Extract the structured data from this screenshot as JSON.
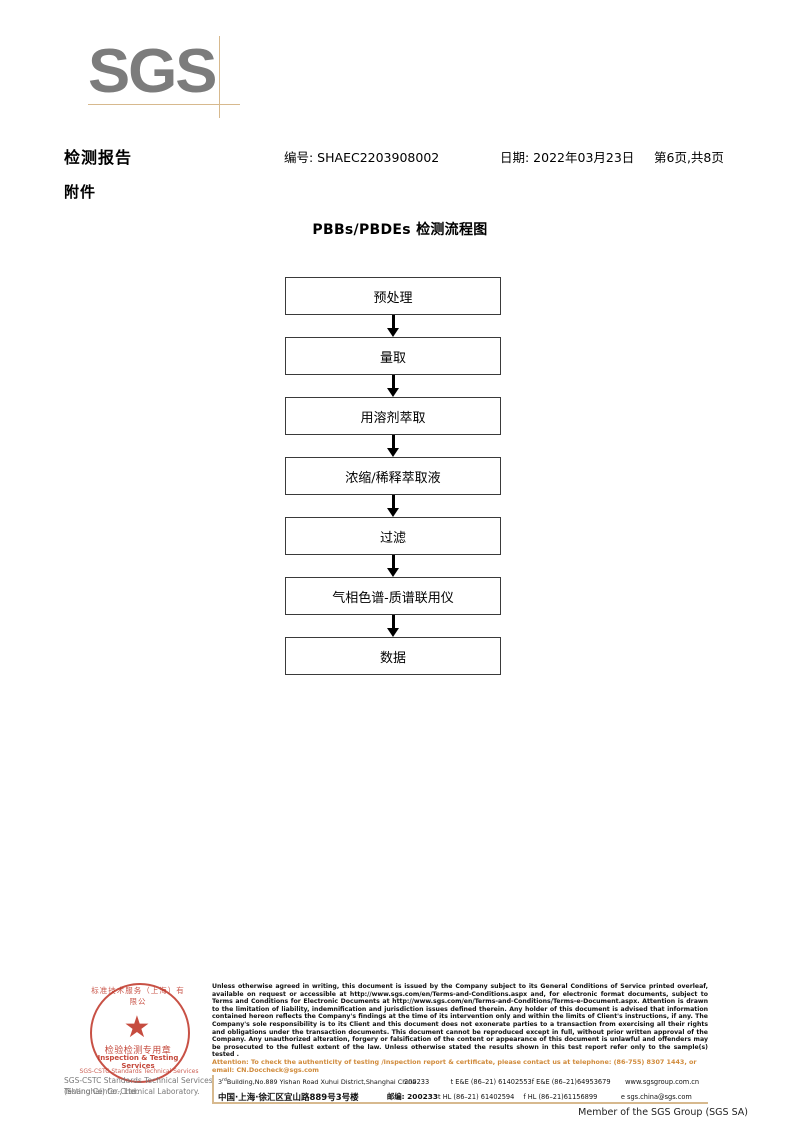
{
  "logo": {
    "text": "SGS",
    "accent_color": "#d7b98e",
    "logo_color": "#7c7c7c"
  },
  "header": {
    "title": "检测报告",
    "attachment_label": "附件",
    "report_no": "编号: SHAEC2203908002",
    "date": "日期: 2022年03月23日",
    "page": "第6页,共8页"
  },
  "flowchart": {
    "title": "PBBs/PBDEs 检测流程图",
    "steps": [
      {
        "label": "预处理"
      },
      {
        "label": "量取"
      },
      {
        "label": "用溶剂萃取"
      },
      {
        "label": "浓缩/稀释萃取液"
      },
      {
        "label": "过滤"
      },
      {
        "label": "气相色谱-质谱联用仪"
      },
      {
        "label": "数据"
      }
    ]
  },
  "seal": {
    "arc_top": "标准技术服务（上海）有限公",
    "center_cn": "检验检测专用章",
    "center_en": "Inspection & Testing Services",
    "arc_bottom": "SGS-CSTC Standards Technical Services",
    "star": "★",
    "color": "#c0392b",
    "lab_line1": "SGS-CSTC Standards Technical Services (Shanghai) Co., Ltd.",
    "lab_line2": "Testing Center-Chemical Laboratory."
  },
  "footer": {
    "legal": "Unless otherwise agreed in writing, this document is issued by the Company subject to its General Conditions of Service printed overleaf, available on request or accessible at http://www.sgs.com/en/Terms-and-Conditions.aspx and, for electronic format documents, subject to Terms and Conditions for Electronic Documents at http://www.sgs.com/en/Terms-and-Conditions/Terms-e-Document.aspx. Attention is drawn to the limitation of liability, indemnification and jurisdiction issues defined therein. Any holder of this document is advised that information contained hereon reflects the Company's findings at the time of its intervention only and within the limits of Client's instructions, if any. The Company's sole responsibility is to its Client and this document does not exonerate parties to a transaction from exercising all their rights and obligations under the transaction documents. This document cannot be reproduced except in full, without prior written approval of the Company. Any unauthorized alteration, forgery or falsification of the content or appearance of this document is unlawful and offenders may be prosecuted to the fullest extent of the law. Unless otherwise stated the results shown in this test report refer only to the sample(s) tested .",
    "attention": "Attention: To check the authenticity of testing /inspection report & certificate, please contact us at telephone: (86-755) 8307 1443, or email: CN.Doccheck@sgs.com",
    "attention_color": "#d08a3a",
    "address_en": "Building,No.889 Yishan Road Xuhui District,Shanghai China",
    "address_en_prefix": "3",
    "address_en_sup": "rd",
    "address_cn": "中国·上海·徐汇区宜山路889号3号楼",
    "zip_en": "200233",
    "zip_cn": "邮编: 200233",
    "tel_ee_1": "t E&E (86–21) 61402553",
    "tel_ee_2": "f E&E (86–21)64953679",
    "tel_hl_1": "t HL (86–21) 61402594",
    "tel_hl_2": "f HL (86–21)61156899",
    "website": "www.sgsgroup.com.cn",
    "email": "e  sgs.china@sgs.com",
    "member": "Member of the SGS Group (SGS SA)"
  }
}
